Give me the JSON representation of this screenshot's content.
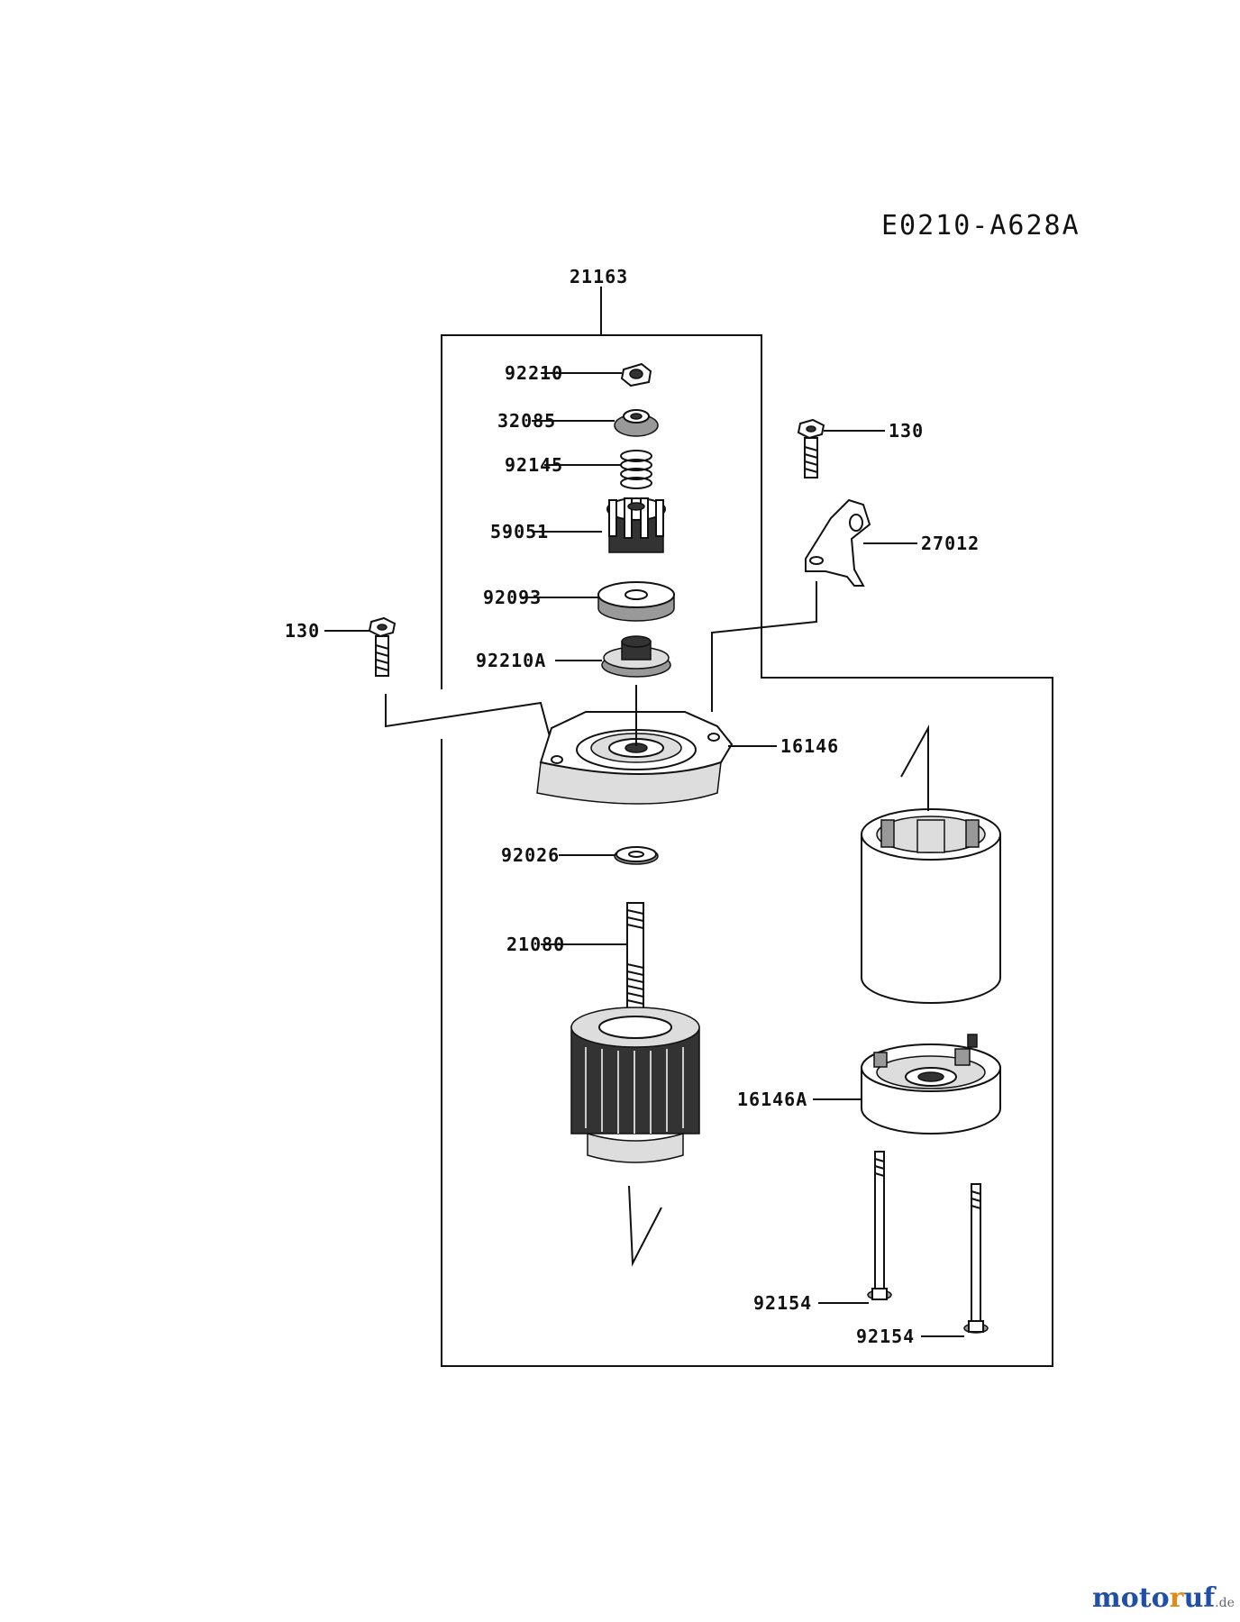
{
  "diagram_code": "E0210-A628A",
  "labels": {
    "assembly": "21163",
    "nut": "92210",
    "cap": "32085",
    "spring": "92145",
    "pinion": "59051",
    "washer_large": "92093",
    "clutch": "92210A",
    "bolt_left": "130",
    "bolt_right": "130",
    "bracket": "27012",
    "front_cover": "16146",
    "washer_small": "92026",
    "armature": "21080",
    "rear_cover": "16146A",
    "through_bolt_1": "92154",
    "through_bolt_2": "92154"
  },
  "watermark": {
    "part1": "moto",
    "part2": "r",
    "part3": "uf",
    "suffix": ".de"
  }
}
